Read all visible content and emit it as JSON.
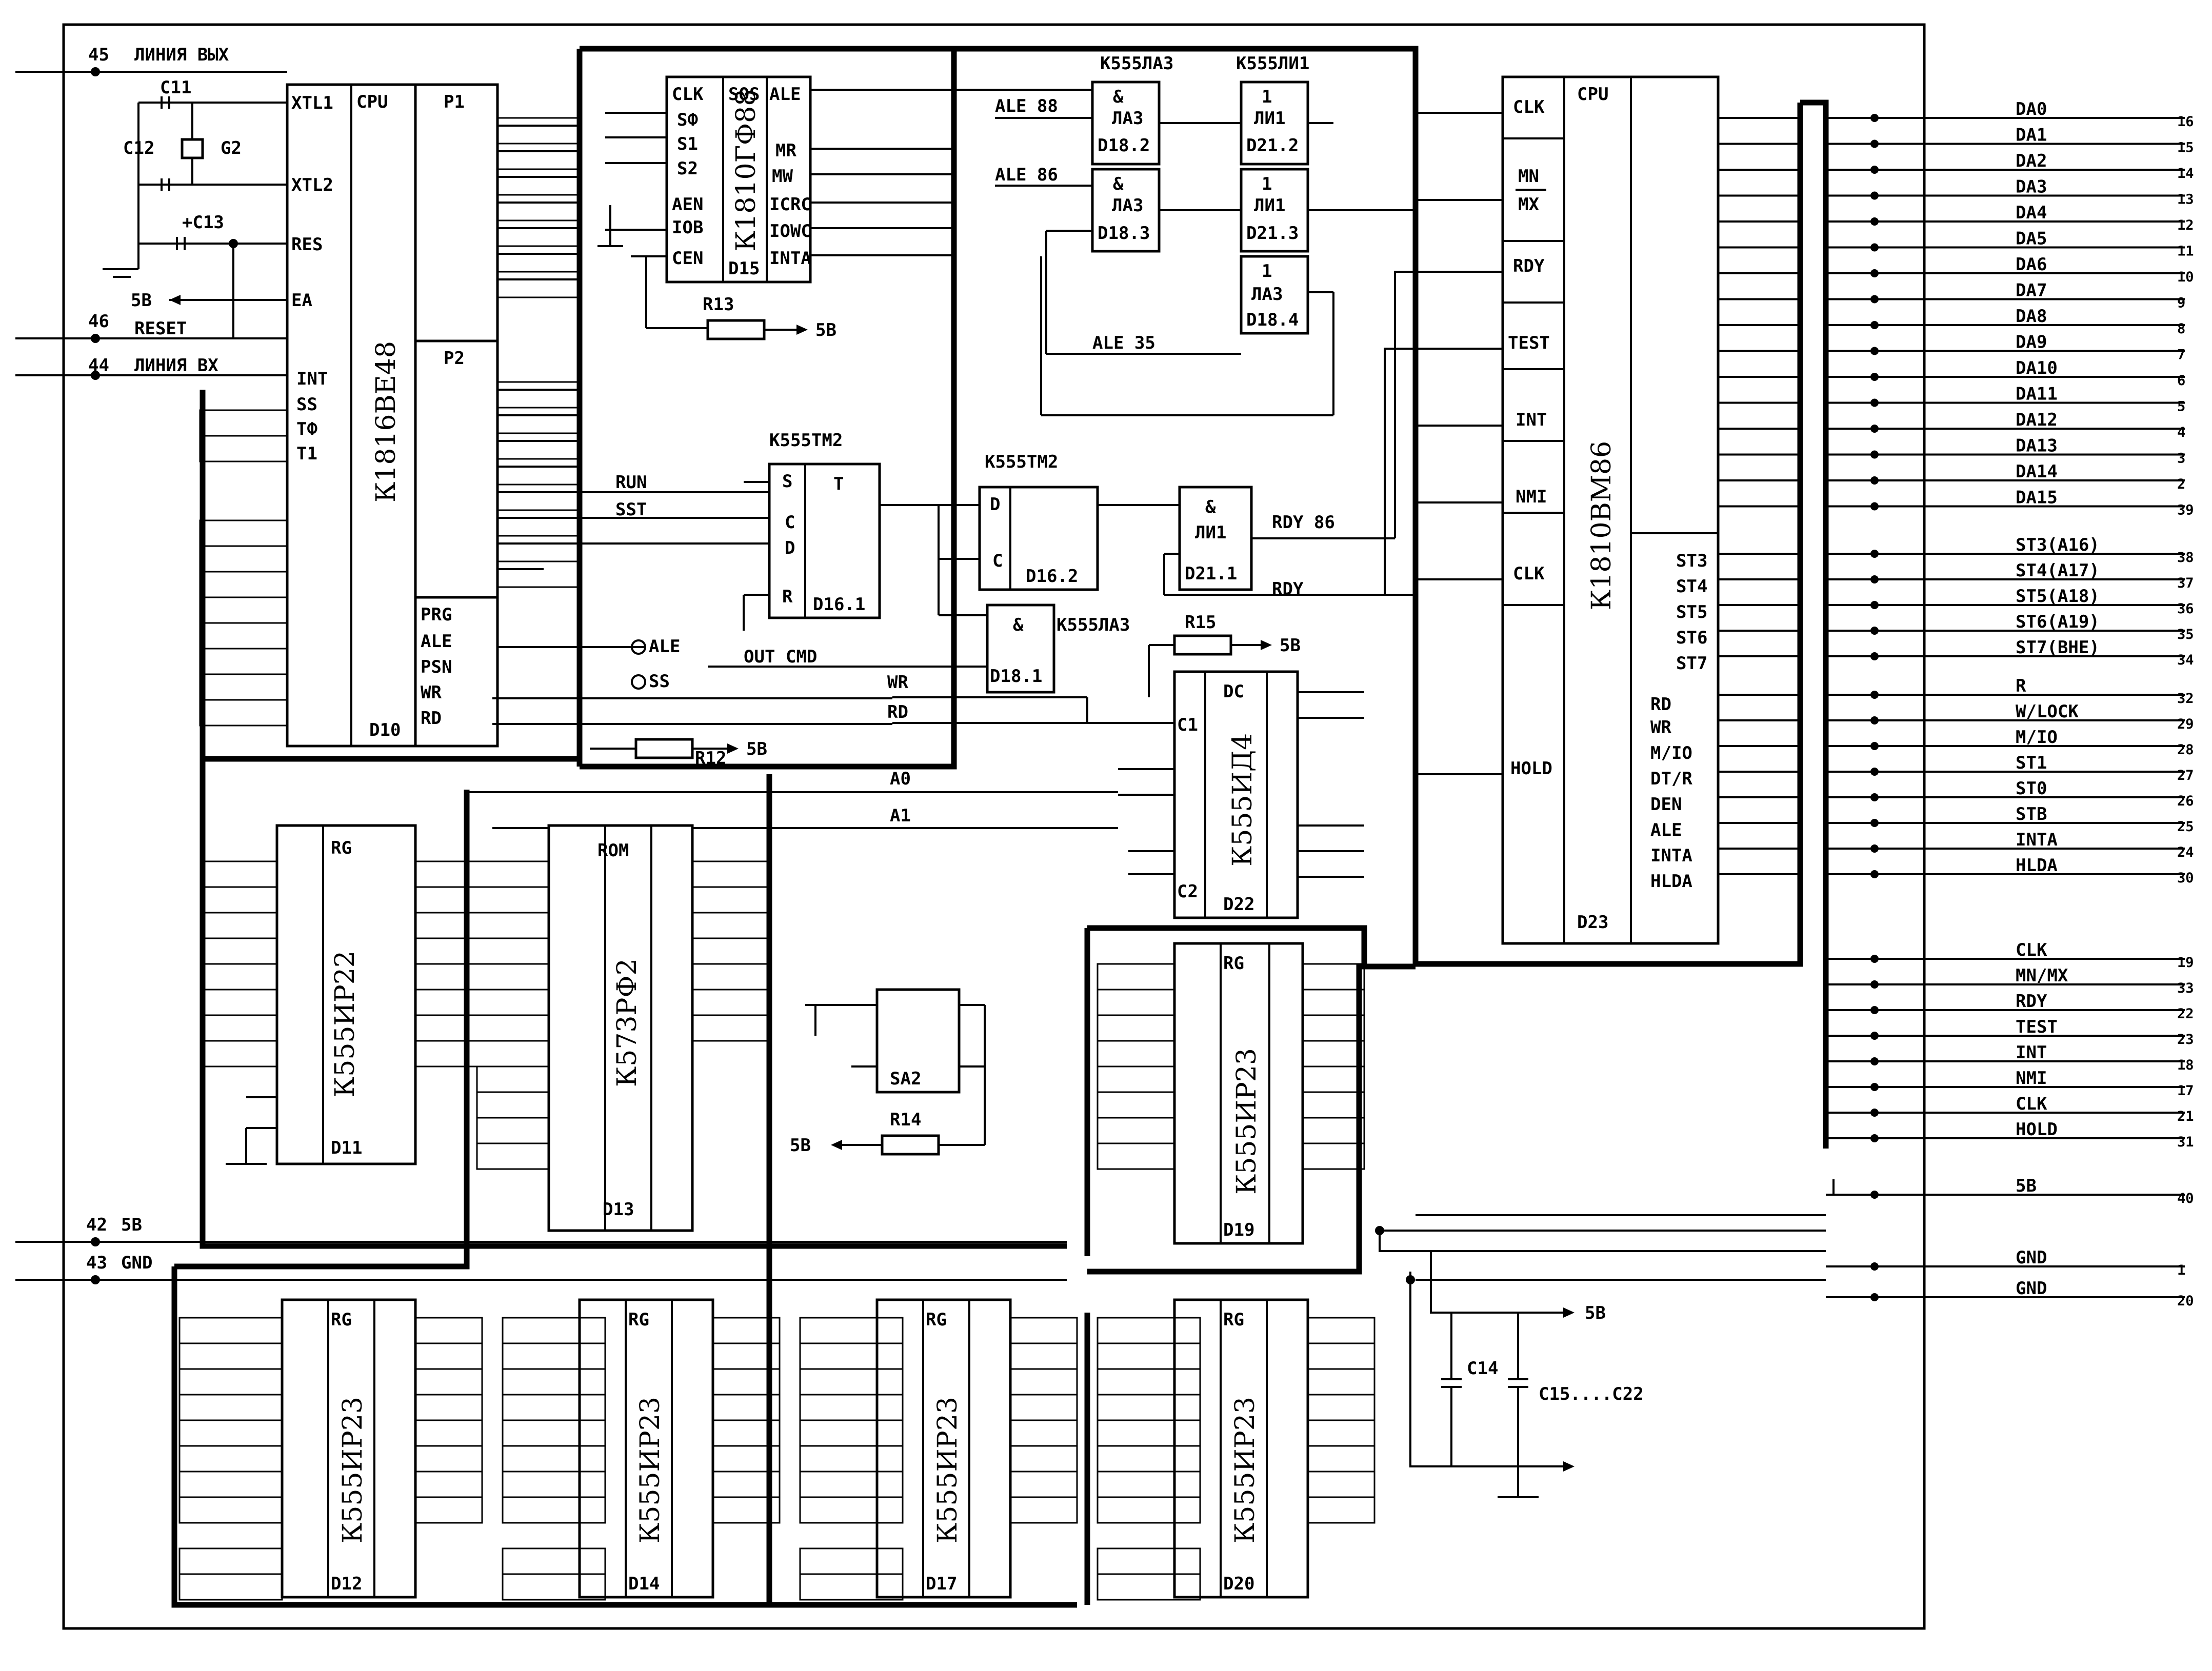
{
  "schematic": {
    "connector_left": {
      "line_out": {
        "pin": "45",
        "label": "ЛИНИЯ ВЫХ"
      },
      "reset": {
        "pin": "46",
        "label": "RESET"
      },
      "line_in": {
        "pin": "44",
        "label": "ЛИНИЯ ВХ"
      },
      "power": {
        "pin": "42",
        "label": "5В"
      },
      "gnd": {
        "pin": "43",
        "label": "GND"
      }
    },
    "clock_parts": {
      "c11": "C11",
      "c12": "C12",
      "c13": "+C13",
      "g2": "G2",
      "ea_supply": "5В"
    },
    "chips": {
      "d10": {
        "ref": "D10",
        "part": "К1816ВЕ48",
        "func": "CPU",
        "left_pins": [
          "XTL1",
          "XTL2",
          "RES",
          "EA",
          "INT",
          "SS",
          "TФ",
          "T1"
        ],
        "port1": "P1",
        "port2": "P2",
        "bottom_pins": [
          "PRG",
          "ALE",
          "PSN",
          "WR",
          "RD"
        ]
      },
      "d15": {
        "ref": "D15",
        "part": "К1810ГФ88",
        "left_pins": [
          "CLK",
          "SФ",
          "S1",
          "S2",
          "AEN",
          "IOB",
          "CEN"
        ],
        "right_pins": [
          "SOS",
          "ALE",
          "MR",
          "MW",
          "ICRC",
          "IOWC",
          "INTA"
        ]
      },
      "d23": {
        "ref": "D23",
        "part": "К1810ВМ86",
        "func": "CPU",
        "left_pins": [
          "CLK",
          "MN",
          "MX",
          "RDY",
          "TEST",
          "INT",
          "NMI",
          "CLK",
          "HOLD"
        ],
        "right_pins": [
          "ST3",
          "ST4",
          "ST5",
          "ST6",
          "ST7",
          "RD",
          "WR",
          "M/IO",
          "DT/R",
          "DEN",
          "ALE",
          "INTA",
          "HLDA"
        ]
      },
      "d11": {
        "ref": "D11",
        "part": "К555ИР22",
        "func": "RG"
      },
      "d13": {
        "ref": "D13",
        "part": "К573РФ2",
        "func": "ROM"
      },
      "d12": {
        "ref": "D12",
        "part": "К555ИР23",
        "func": "RG"
      },
      "d14": {
        "ref": "D14",
        "part": "К555ИР23",
        "func": "RG"
      },
      "d17": {
        "ref": "D17",
        "part": "К555ИР23",
        "func": "RG"
      },
      "d19": {
        "ref": "D19",
        "part": "К555ИР23",
        "func": "RG"
      },
      "d20": {
        "ref": "D20",
        "part": "К555ИР23",
        "func": "RG"
      },
      "d22": {
        "ref": "D22",
        "part": "К555ИД4",
        "func": "DC",
        "pins": [
          "C1",
          "C2"
        ]
      },
      "d16_1": {
        "ref": "D16.1",
        "title": "К555ТМ2",
        "func": "T",
        "pins": [
          "S",
          "C",
          "D",
          "R"
        ]
      },
      "d16_2": {
        "ref": "D16.2",
        "title": "К555ТМ2",
        "pins": [
          "D",
          "C"
        ]
      },
      "d18_1": {
        "ref": "D18.1",
        "title": "К555ЛА3",
        "func": "&"
      },
      "d18_2": {
        "ref": "D18.2",
        "func": "ЛА3"
      },
      "d18_3": {
        "ref": "D18.3",
        "func": "ЛА3"
      },
      "d18_4": {
        "ref": "D18.4",
        "func": "ЛА3"
      },
      "d21_1": {
        "ref": "D21.1",
        "func": "ЛИ1"
      },
      "d21_2": {
        "ref": "D21.2",
        "func": "ЛИ1"
      },
      "d21_3": {
        "ref": "D21.3",
        "func": "ЛИ1"
      },
      "top_titles": [
        "К555ЛА3",
        "К555ЛИ1"
      ],
      "switch": "SA2"
    },
    "nets": {
      "run": "RUN",
      "sst": "SST",
      "out_cmd": "OUT  CMD",
      "wr": "WR",
      "rd": "RD",
      "a0": "A0",
      "a1": "A1",
      "ale88": "ALE 88",
      "ale86": "ALE 86",
      "ale35": "ALE 35",
      "rdy86": "RDY 86",
      "rdy": "RDY",
      "ale_test": "ALE",
      "ss_test": "SS"
    },
    "resistors": [
      "R12",
      "R13",
      "R14",
      "R15"
    ],
    "caps": {
      "c14": "C14",
      "c15_22": "C15....C22"
    },
    "supply": "5В",
    "connector_right": {
      "data": [
        {
          "label": "DA0",
          "pin": "16"
        },
        {
          "label": "DA1",
          "pin": "15"
        },
        {
          "label": "DA2",
          "pin": "14"
        },
        {
          "label": "DA3",
          "pin": "13"
        },
        {
          "label": "DA4",
          "pin": "12"
        },
        {
          "label": "DA5",
          "pin": "11"
        },
        {
          "label": "DA6",
          "pin": "10"
        },
        {
          "label": "DA7",
          "pin": "9"
        },
        {
          "label": "DA8",
          "pin": "8"
        },
        {
          "label": "DA9",
          "pin": "7"
        },
        {
          "label": "DA10",
          "pin": "6"
        },
        {
          "label": "DA11",
          "pin": "5"
        },
        {
          "label": "DA12",
          "pin": "4"
        },
        {
          "label": "DA13",
          "pin": "3"
        },
        {
          "label": "DA14",
          "pin": "2"
        },
        {
          "label": "DA15",
          "pin": "39"
        }
      ],
      "status": [
        {
          "label": "ST3(A16)",
          "pin": "38"
        },
        {
          "label": "ST4(A17)",
          "pin": "37"
        },
        {
          "label": "ST5(A18)",
          "pin": "36"
        },
        {
          "label": "ST6(A19)",
          "pin": "35"
        },
        {
          "label": "ST7(ВНЕ)",
          "pin": "34"
        }
      ],
      "control": [
        {
          "label": "R",
          "pin": "32"
        },
        {
          "label": "W/LOCK",
          "pin": "29"
        },
        {
          "label": "M/IO",
          "pin": "28"
        },
        {
          "label": "ST1",
          "pin": "27"
        },
        {
          "label": "ST0",
          "pin": "26"
        },
        {
          "label": "STB",
          "pin": "25"
        },
        {
          "label": "INTA",
          "pin": "24"
        },
        {
          "label": "HLDA",
          "pin": "30"
        }
      ],
      "inputs": [
        {
          "label": "CLK",
          "pin": "19"
        },
        {
          "label": "MN/MX",
          "pin": "33"
        },
        {
          "label": "RDY",
          "pin": "22"
        },
        {
          "label": "TEST",
          "pin": "23"
        },
        {
          "label": "INT",
          "pin": "18"
        },
        {
          "label": "NMI",
          "pin": "17"
        },
        {
          "label": "CLK",
          "pin": "21"
        },
        {
          "label": "HOLD",
          "pin": "31"
        }
      ],
      "power": [
        {
          "label": "5В",
          "pin": "40"
        },
        {
          "label": "GND",
          "pin": "1"
        },
        {
          "label": "GND",
          "pin": "20"
        }
      ]
    }
  }
}
